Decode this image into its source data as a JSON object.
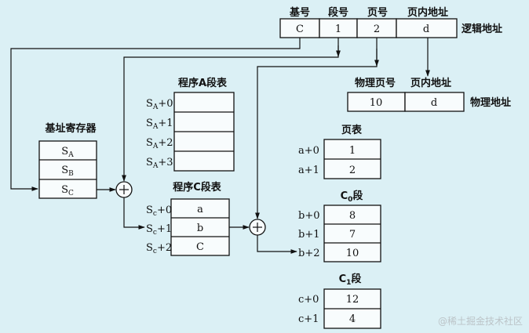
{
  "logical_address": {
    "headers": [
      "基号",
      "段号",
      "页号",
      "页内地址"
    ],
    "values": [
      "C",
      "1",
      "2",
      "d"
    ],
    "label": "逻辑地址"
  },
  "physical_address": {
    "headers": [
      "物理页号",
      "页内地址"
    ],
    "values": [
      "10",
      "d"
    ],
    "label": "物理地址"
  },
  "base_register": {
    "title": "基址寄存器",
    "entries": [
      "S_A",
      "S_B",
      "S_C"
    ]
  },
  "seg_table_a": {
    "title": "程序A段表",
    "rows": [
      "S_A+0",
      "S_A+1",
      "S_A+2",
      "S_A+3"
    ]
  },
  "seg_table_c": {
    "title": "程序C段表",
    "rows": [
      "Sc+0",
      "Sc+1",
      "Sc+2"
    ],
    "values": [
      "a",
      "b",
      "C"
    ]
  },
  "page_table": {
    "title": "页表",
    "rows": [
      "a+0",
      "a+1"
    ],
    "values": [
      "1",
      "2"
    ]
  },
  "c0_segment": {
    "title": "C₀段",
    "rows": [
      "b+0",
      "b+1",
      "b+2"
    ],
    "values": [
      "8",
      "7",
      "10"
    ]
  },
  "c1_segment": {
    "title": "C₁段",
    "rows": [
      "c+0",
      "c+1"
    ],
    "values": [
      "12",
      "4"
    ]
  },
  "watermark": "@稀土掘金技术社区"
}
